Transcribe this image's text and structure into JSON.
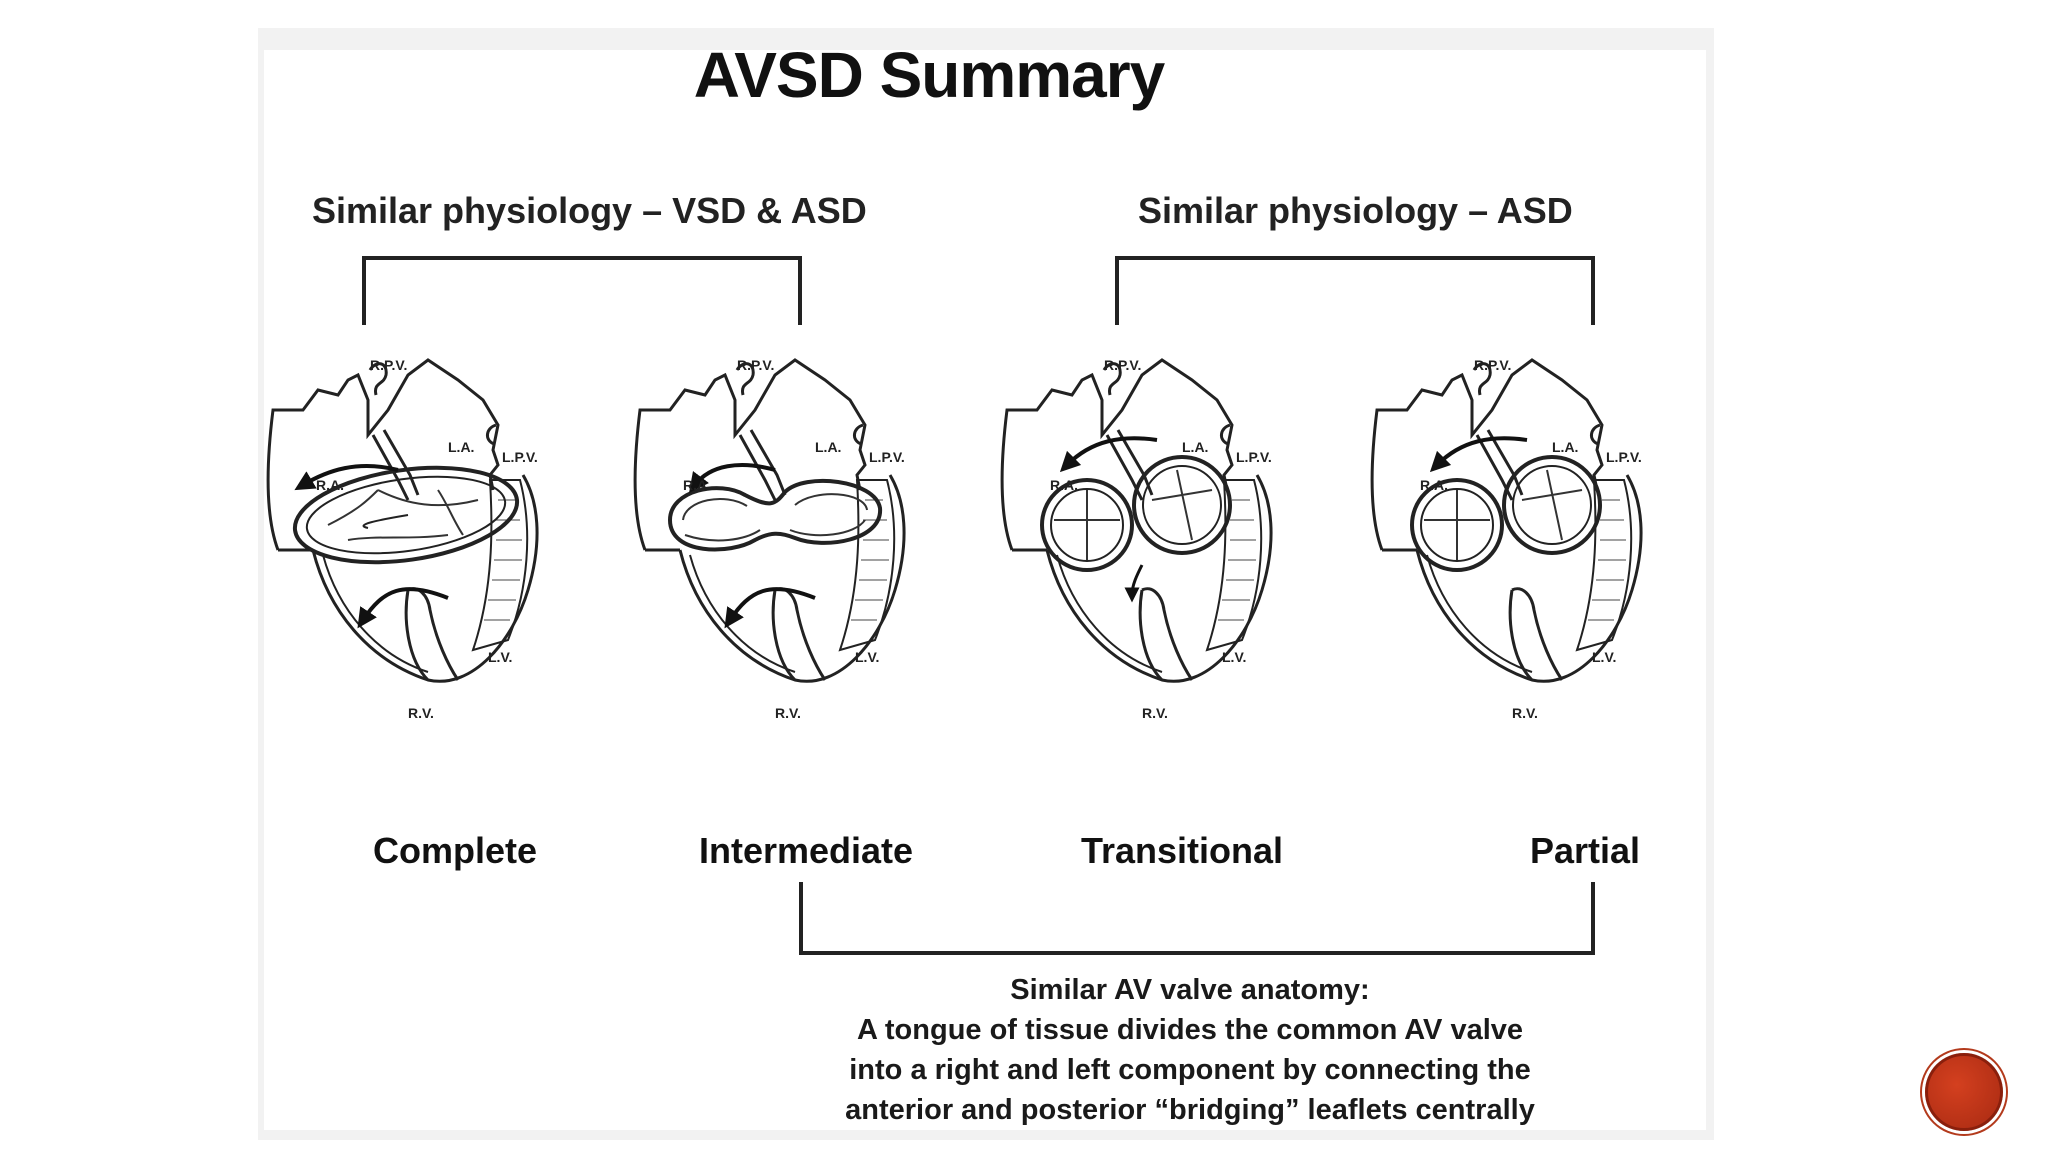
{
  "title": "AVSD Summary",
  "group_labels": {
    "left": "Similar physiology – VSD & ASD",
    "right": "Similar physiology – ASD"
  },
  "cases": [
    {
      "label": "Complete"
    },
    {
      "label": "Intermediate"
    },
    {
      "label": "Transitional"
    },
    {
      "label": "Partial"
    }
  ],
  "chamber_labels": {
    "rpv": "R.P.V.",
    "la": "L.A.",
    "lpv": "L.P.V.",
    "ra": "R.A.",
    "lv": "L.V.",
    "rv": "R.V."
  },
  "bottom": {
    "line1": "Similar AV valve anatomy:",
    "line2": "A tongue of tissue divides the common AV valve",
    "line3": "into a right and left component by connecting the",
    "line4": "anterior and posterior “bridging” leaflets centrally"
  },
  "colors": {
    "accent": "#c0361a"
  }
}
